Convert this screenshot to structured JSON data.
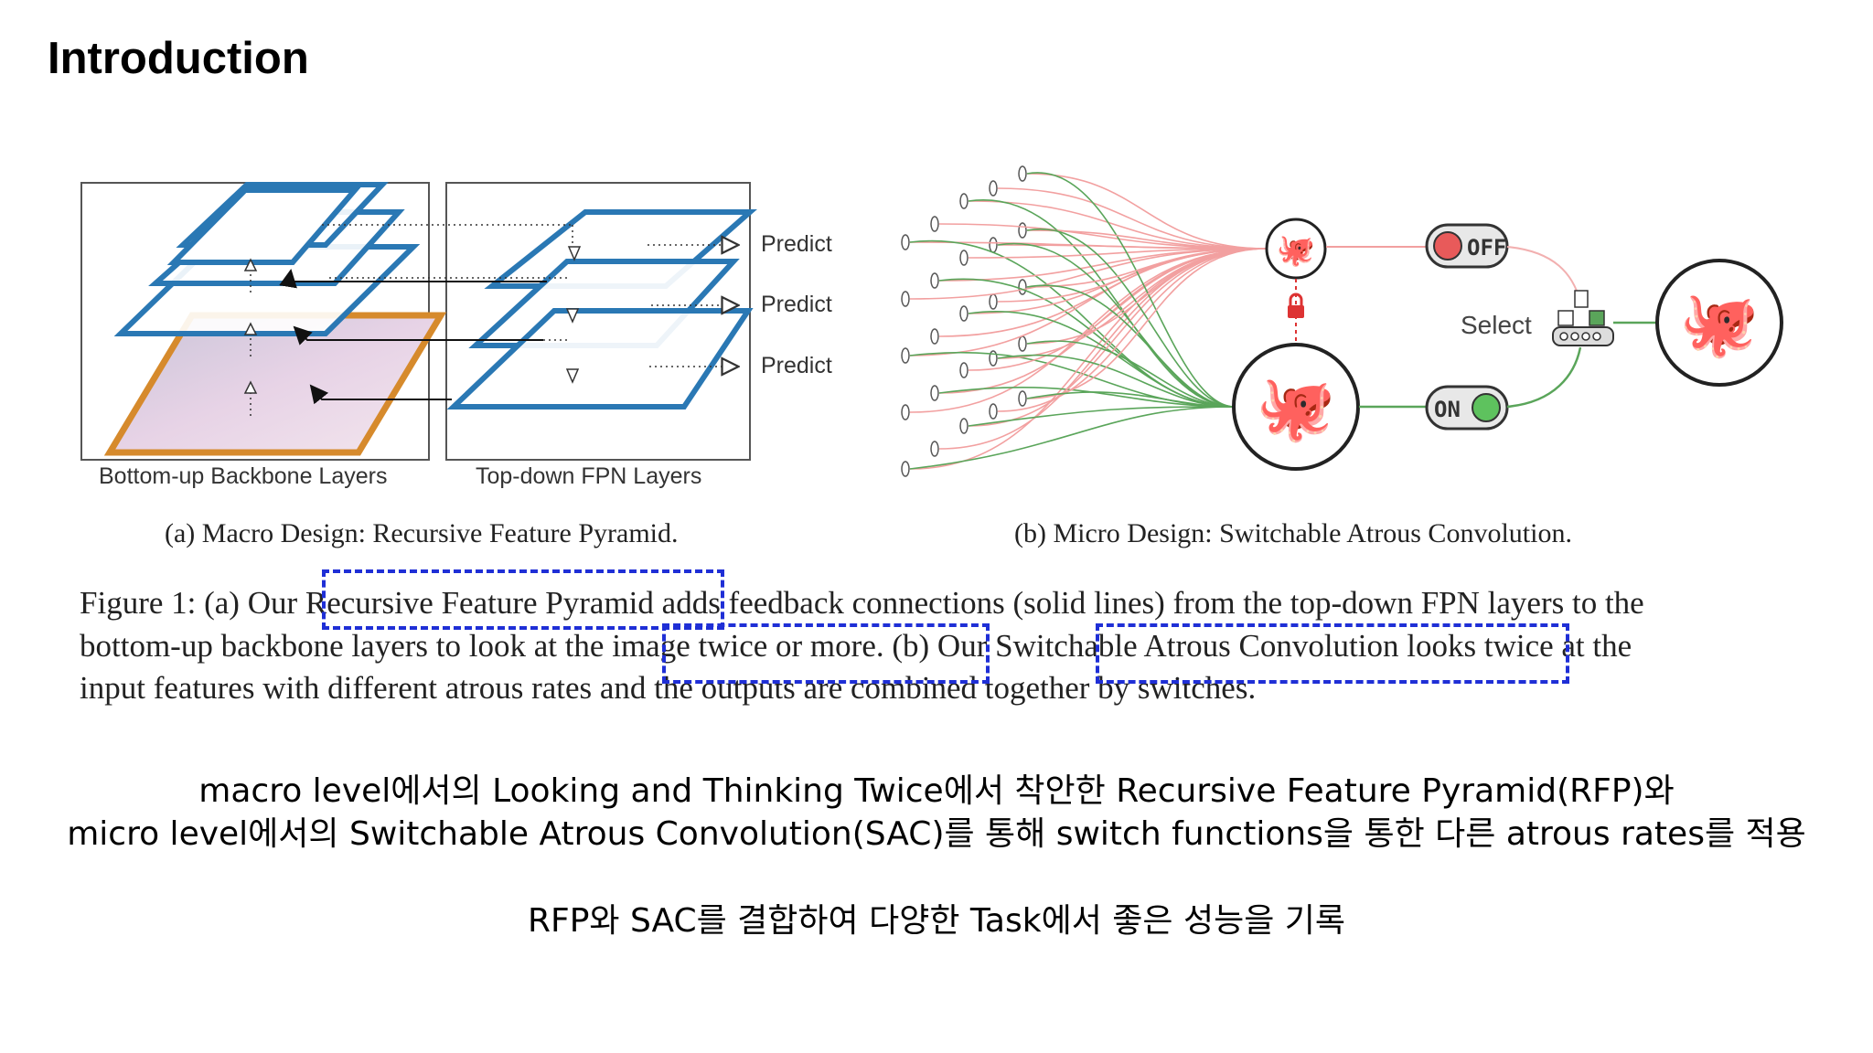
{
  "slide": {
    "title": "Introduction"
  },
  "figure_a": {
    "left_box_label": "Bottom-up Backbone Layers",
    "right_box_label": "Top-down FPN Layers",
    "predict_labels": [
      "Predict",
      "Predict",
      "Predict"
    ],
    "caption": "(a) Macro Design: Recursive Feature Pyramid."
  },
  "figure_b": {
    "off_label": "OFF",
    "on_label": "ON",
    "select_label": "Select",
    "caption": "(b) Micro Design: Switchable Atrous Convolution."
  },
  "figure_caption": {
    "line1_prefix": "Figure 1: (a) Our",
    "line1_hl": "Recursive Feature Pyramid",
    "line1_suffix": "adds feedback connections (solid lines) from the top-down FPN layers to the",
    "line2_prefix": "bottom-up backbone layers to look at the",
    "line2_hl": "image twice or more.",
    "line2_mid": "(b) Our",
    "line2_hl2": "Switchable Atrous Convolution",
    "line2_suffix": "looks twice at the",
    "line3": "input features with different atrous rates and the outputs are combined together by switches."
  },
  "korean_text": {
    "line1": "macro level에서의 Looking and Thinking Twice에서 착안한 Recursive Feature Pyramid(RFP)와",
    "line2": "micro level에서의 Switchable Atrous Convolution(SAC)를 통해 switch functions을 통한 다른 atrous rates를 적용",
    "line3": "RFP와 SAC를 결합하여 다양한 Task에서 좋은 성능을 기록"
  },
  "colors": {
    "accent_blue": "#1f2fd6",
    "layer_blue": "#2a78b4",
    "image_orange": "#d68a2c",
    "green": "#5aa55a",
    "red_line": "#f2a0a0"
  }
}
